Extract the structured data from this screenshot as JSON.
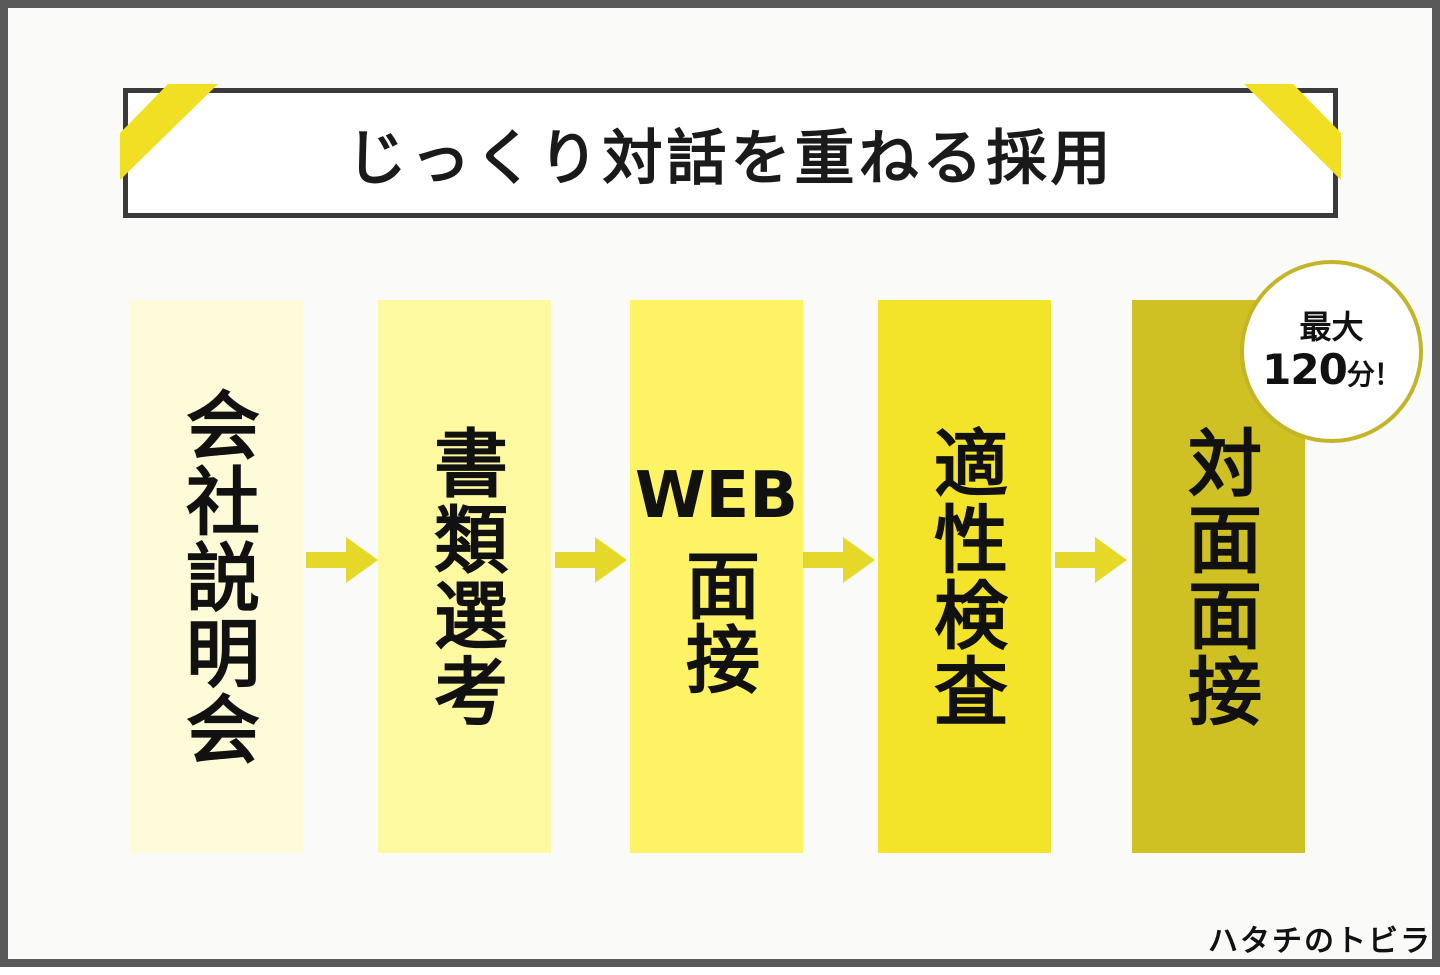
{
  "title": "じっくり対話を重ねる採用",
  "colors": {
    "frame": "#595959",
    "accent": "#f0df22",
    "step1": "#fdfbd8",
    "step2": "#fdf9a0",
    "step3": "#fdf365",
    "step4": "#f3e42a",
    "step5": "#cfc124",
    "arrow": "#e5d828"
  },
  "steps": [
    {
      "label": "会社説明会"
    },
    {
      "label": "書類選考"
    },
    {
      "label_latin": "WEB",
      "label": "面接"
    },
    {
      "label": "適性検査"
    },
    {
      "label": "対面面接"
    }
  ],
  "badge": {
    "line1": "最大",
    "line2_number": "120",
    "line2_suffix": "分！"
  },
  "logo": "ハタチのトビラ"
}
